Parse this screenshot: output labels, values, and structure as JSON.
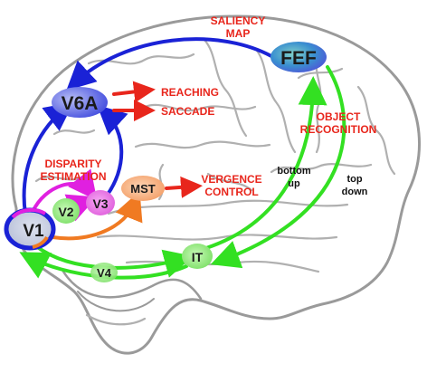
{
  "nodes": {
    "v1": "V1",
    "v2": "V2",
    "v3": "V3",
    "v4": "V4",
    "v6a": "V6A",
    "mst": "MST",
    "it": "IT",
    "fef": "FEF"
  },
  "labels": {
    "saliency_1": "SALIENCY",
    "saliency_2": "MAP",
    "reaching": "REACHING",
    "saccade": "SACCADE",
    "disparity_1": "DISPARITY",
    "disparity_2": "ESTIMATION",
    "vergence_1": "VERGENCE",
    "vergence_2": "CONTROL",
    "object_1": "OBJECT",
    "object_2": "RECOGNITION",
    "bottom_1": "bottom",
    "bottom_2": "up",
    "top_1": "top",
    "top_2": "down"
  },
  "colors": {
    "dorsal_arrows": "#1a22d6",
    "motor_arrows": "#e8261c",
    "ventral_arrows": "#33e022",
    "v2v3_arrows": "#e020e0",
    "mst_arrows": "#f07a22",
    "brain_outline": "#9a9a9a"
  }
}
